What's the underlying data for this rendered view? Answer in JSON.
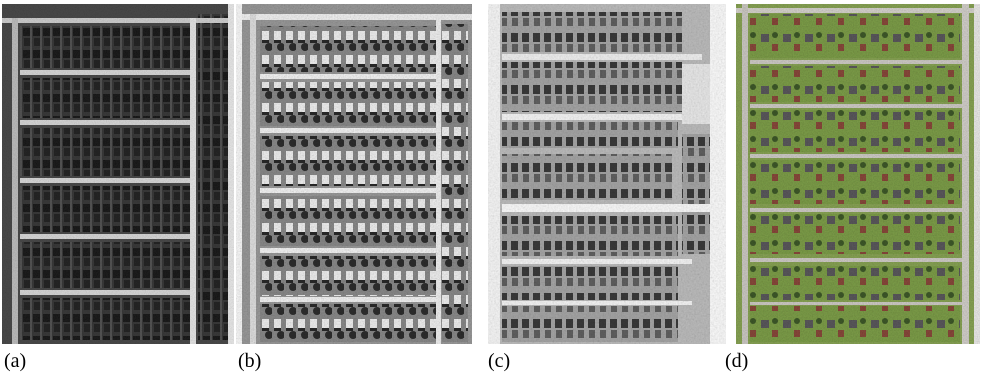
{
  "panels": [
    {
      "id": "a",
      "label": "(a)",
      "kind": "aerial-photo-grayscale"
    },
    {
      "id": "b",
      "label": "(b)",
      "kind": "aerial-photo-grayscale"
    },
    {
      "id": "c",
      "label": "(c)",
      "kind": "aerial-photo-grayscale"
    },
    {
      "id": "d",
      "label": "(d)",
      "kind": "aerial-photo-color"
    }
  ]
}
